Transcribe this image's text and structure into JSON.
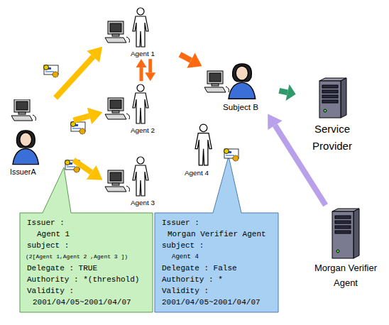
{
  "diagram": {
    "nodes": [
      {
        "text": [
          "IssuerA"
        ]
      },
      {
        "text": [
          "Agent 1"
        ]
      },
      {
        "text": [
          "Agent 2"
        ]
      },
      {
        "text": [
          "Agent 3"
        ]
      },
      {
        "text": [
          "Subject B"
        ]
      },
      {
        "text": [
          "Agent 4"
        ]
      },
      {
        "text": [
          "Service Provider"
        ]
      },
      {
        "text": [
          "Morgan Verifier Agent"
        ]
      },
      {
        "text": [
          "Issuer :",
          "Agent 1",
          "subject :",
          "(2[Agent 1,Agent 2 ,Agent 3 ])",
          "Delegate : TRUE",
          "Authority : *(threshold)",
          "Validity :",
          "2001/04/05~2001/04/07"
        ]
      },
      {
        "text": [
          "Issuer :",
          "Morgan Verifier Agent",
          "subject :",
          "Agent 4",
          "Delegate : False",
          "Authority : *",
          "Validity :",
          "2001/04/05~2001/04/07"
        ]
      }
    ],
    "edges": [
      {
        "from": 0,
        "to": 1,
        "arrow": "to"
      },
      {
        "from": 0,
        "to": 2,
        "arrow": "to"
      },
      {
        "from": 0,
        "to": 3,
        "arrow": "to"
      },
      {
        "from": 2,
        "to": 1,
        "arrow": "to"
      },
      {
        "from": 1,
        "to": 2,
        "arrow": "to"
      },
      {
        "from": 1,
        "to": 4,
        "arrow": "to"
      },
      {
        "from": 4,
        "to": 6,
        "arrow": "to"
      },
      {
        "from": 7,
        "to": 4,
        "arrow": "to"
      }
    ]
  }
}
